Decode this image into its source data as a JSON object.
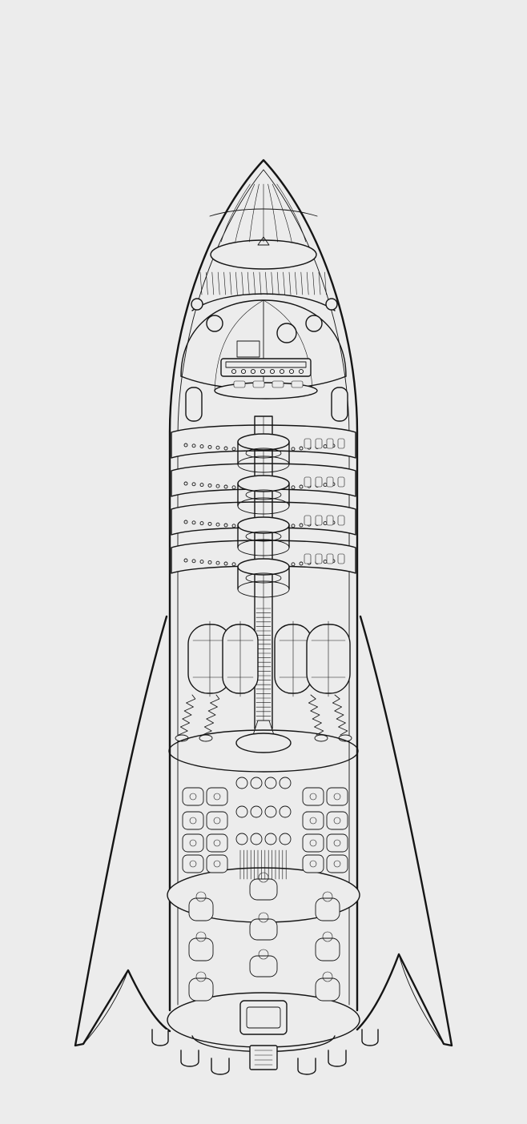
{
  "diagram": {
    "subject": "rocket-cutaway",
    "background_color": "#ececec",
    "ink_color": "#151515",
    "style": "line-art",
    "sections": [
      "nose-cone",
      "crew-dome",
      "control-deck",
      "habitat-rings",
      "central-tube",
      "fuel-tanks",
      "landing-struts",
      "cargo-deck-upper",
      "cargo-deck-lower",
      "engine-bay",
      "fins",
      "landing-pads"
    ],
    "counts": {
      "fins": 2,
      "landing_pads": 6,
      "fuel_tanks": 4,
      "habitat_rings": 4
    }
  }
}
